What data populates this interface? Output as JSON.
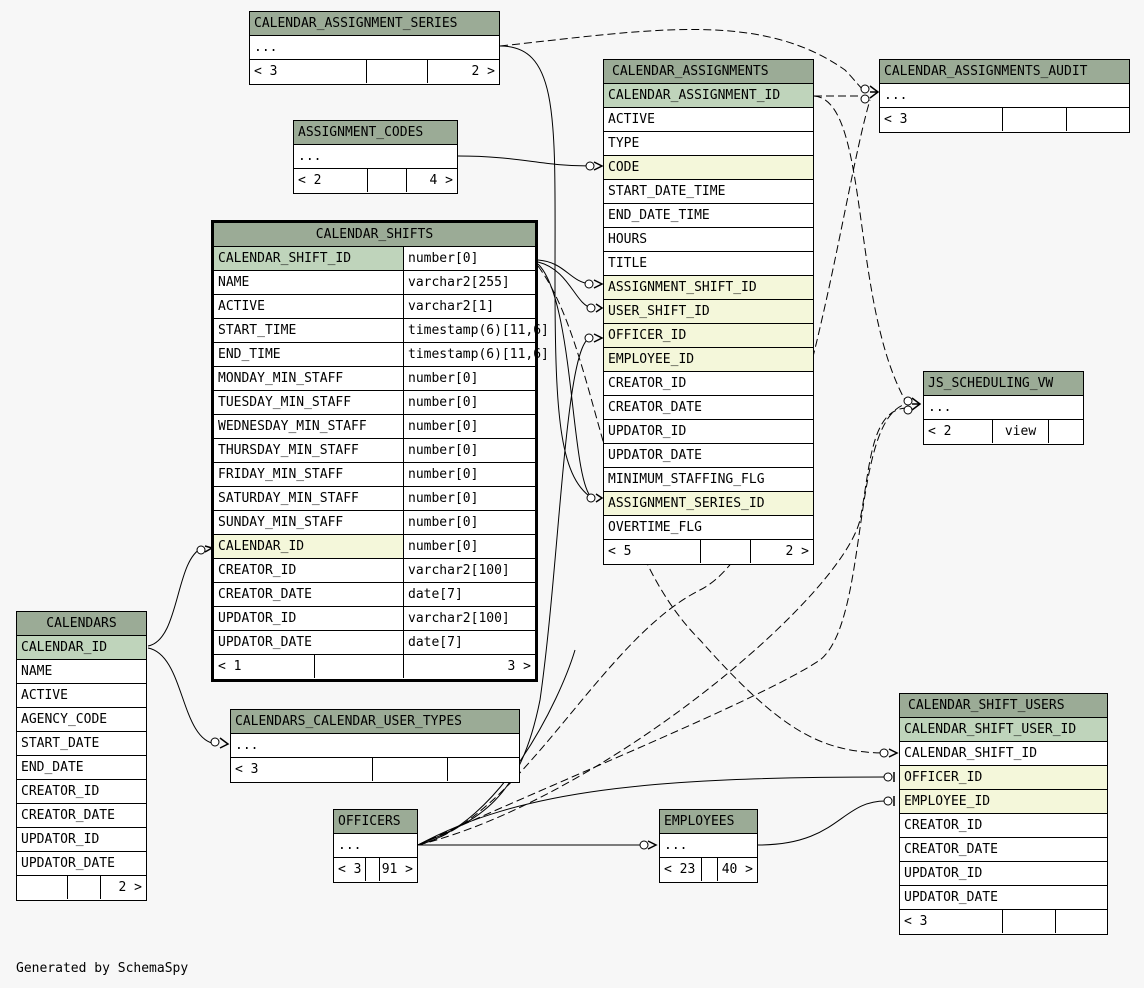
{
  "footer_text": "Generated by SchemaSpy",
  "tables": {
    "calendar_assignment_series": {
      "title": "CALENDAR_ASSIGNMENT_SERIES",
      "row": "...",
      "footer": {
        "left": "< 3",
        "mid": "",
        "right": "2 >"
      }
    },
    "assignment_codes": {
      "title": "ASSIGNMENT_CODES",
      "row": "...",
      "footer": {
        "left": "< 2",
        "mid": "",
        "right": "4 >"
      }
    },
    "calendar_assignments": {
      "title": "CALENDAR_ASSIGNMENTS",
      "columns": [
        "CALENDAR_ASSIGNMENT_ID",
        "ACTIVE",
        "TYPE",
        "CODE",
        "START_DATE_TIME",
        "END_DATE_TIME",
        "HOURS",
        "TITLE",
        "ASSIGNMENT_SHIFT_ID",
        "USER_SHIFT_ID",
        "OFFICER_ID",
        "EMPLOYEE_ID",
        "CREATOR_ID",
        "CREATOR_DATE",
        "UPDATOR_ID",
        "UPDATOR_DATE",
        "MINIMUM_STAFFING_FLG",
        "ASSIGNMENT_SERIES_ID",
        "OVERTIME_FLG"
      ],
      "footer": {
        "left": "< 5",
        "mid": "",
        "right": "2 >"
      }
    },
    "calendar_assignments_audit": {
      "title": "CALENDAR_ASSIGNMENTS_AUDIT",
      "row": "...",
      "footer": {
        "left": "< 3",
        "mid": "",
        "right": ""
      }
    },
    "calendar_shifts": {
      "title": "CALENDAR_SHIFTS",
      "columns": [
        {
          "name": "CALENDAR_SHIFT_ID",
          "type": "number[0]"
        },
        {
          "name": "NAME",
          "type": "varchar2[255]"
        },
        {
          "name": "ACTIVE",
          "type": "varchar2[1]"
        },
        {
          "name": "START_TIME",
          "type": "timestamp(6)[11,6]"
        },
        {
          "name": "END_TIME",
          "type": "timestamp(6)[11,6]"
        },
        {
          "name": "MONDAY_MIN_STAFF",
          "type": "number[0]"
        },
        {
          "name": "TUESDAY_MIN_STAFF",
          "type": "number[0]"
        },
        {
          "name": "WEDNESDAY_MIN_STAFF",
          "type": "number[0]"
        },
        {
          "name": "THURSDAY_MIN_STAFF",
          "type": "number[0]"
        },
        {
          "name": "FRIDAY_MIN_STAFF",
          "type": "number[0]"
        },
        {
          "name": "SATURDAY_MIN_STAFF",
          "type": "number[0]"
        },
        {
          "name": "SUNDAY_MIN_STAFF",
          "type": "number[0]"
        },
        {
          "name": "CALENDAR_ID",
          "type": "number[0]"
        },
        {
          "name": "CREATOR_ID",
          "type": "varchar2[100]"
        },
        {
          "name": "CREATOR_DATE",
          "type": "date[7]"
        },
        {
          "name": "UPDATOR_ID",
          "type": "varchar2[100]"
        },
        {
          "name": "UPDATOR_DATE",
          "type": "date[7]"
        }
      ],
      "footer": {
        "left": "< 1",
        "mid": "",
        "right": "3 >"
      }
    },
    "js_scheduling_vw": {
      "title": "JS_SCHEDULING_VW",
      "row": "...",
      "footer": {
        "left": "< 2",
        "mid": "view",
        "right": ""
      }
    },
    "calendars": {
      "title": "CALENDARS",
      "columns": [
        "CALENDAR_ID",
        "NAME",
        "ACTIVE",
        "AGENCY_CODE",
        "START_DATE",
        "END_DATE",
        "CREATOR_ID",
        "CREATOR_DATE",
        "UPDATOR_ID",
        "UPDATOR_DATE"
      ],
      "footer": {
        "left": "",
        "mid": "",
        "right": "2 >"
      }
    },
    "calendars_calendar_user_types": {
      "title": "CALENDARS_CALENDAR_USER_TYPES",
      "row": "...",
      "footer": {
        "left": "< 3",
        "mid": "",
        "right": ""
      }
    },
    "officers": {
      "title": "OFFICERS",
      "row": "...",
      "footer": {
        "left": "< 3",
        "mid": "",
        "right": "91 >"
      }
    },
    "employees": {
      "title": "EMPLOYEES",
      "row": "...",
      "footer": {
        "left": "< 23",
        "mid": "",
        "right": "40 >"
      }
    },
    "calendar_shift_users": {
      "title": "CALENDAR_SHIFT_USERS",
      "columns": [
        "CALENDAR_SHIFT_USER_ID",
        "CALENDAR_SHIFT_ID",
        "OFFICER_ID",
        "EMPLOYEE_ID",
        "CREATOR_ID",
        "CREATOR_DATE",
        "UPDATOR_ID",
        "UPDATOR_DATE"
      ],
      "footer": {
        "left": "< 3",
        "mid": "",
        "right": ""
      }
    }
  }
}
